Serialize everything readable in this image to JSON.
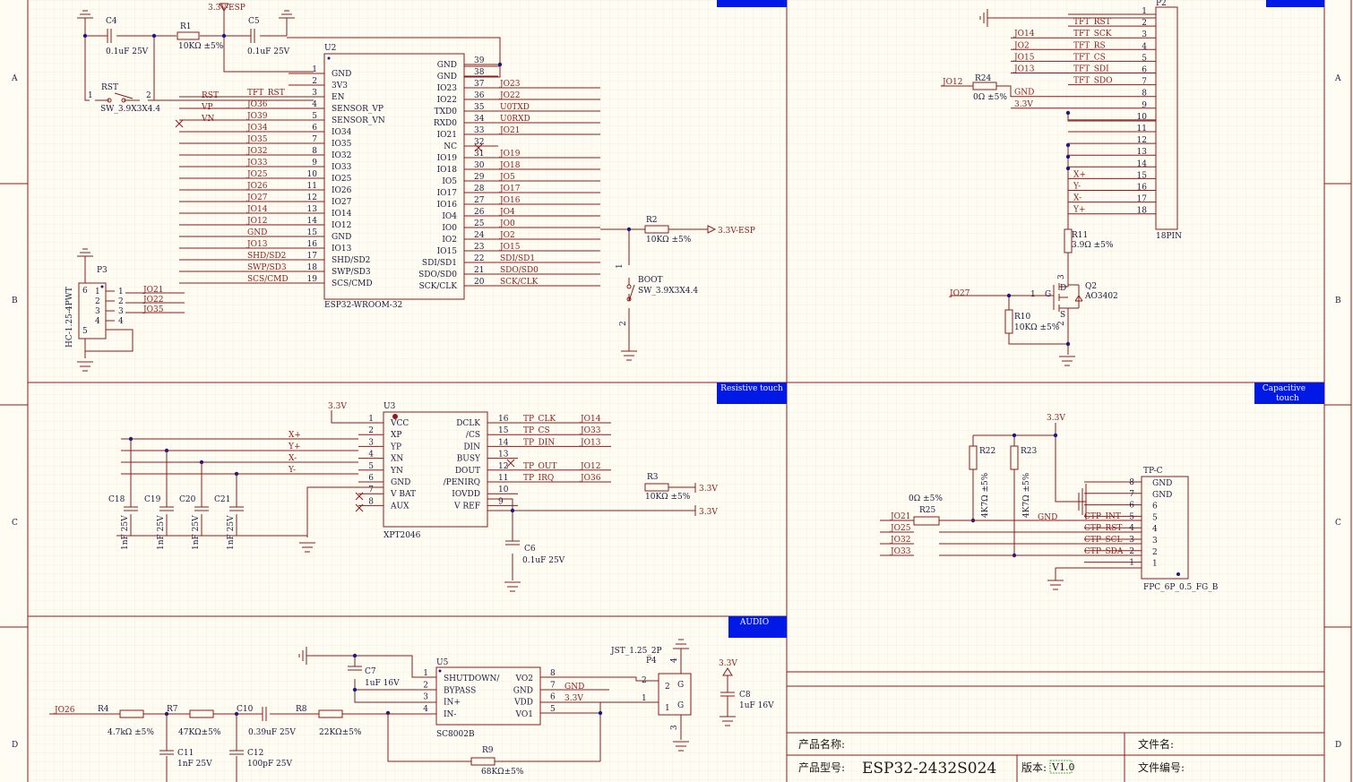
{
  "colors": {
    "wire": "#8b1a1a",
    "part_text": "#1a1a40",
    "banner": "#0019e6",
    "background": "#fffdf3",
    "grid": "#ece6d2"
  },
  "border": {
    "rows": [
      "A",
      "B",
      "C",
      "D"
    ]
  },
  "sections": {
    "resistive": "Resistive touch",
    "capacitive_line1": "Capacitive",
    "capacitive_line2": "touch",
    "audio": "AUDIO"
  },
  "nets": {
    "v33esp": "3.3V-ESP",
    "v33": "3.3V",
    "gnd": "GND",
    "rst": "RST",
    "vp": "VP",
    "vn": "VN",
    "tft_rst": "TFT_RST",
    "tft_sck": "TFT_SCK",
    "tft_rs": "TFT_RS",
    "tft_cs": "TFT_CS",
    "tft_sdi": "TFT_SDI",
    "tft_sdo": "TFT_SDO",
    "xp": "X+",
    "yp": "Y+",
    "xn": "X-",
    "yn": "Y-",
    "tp_clk": "TP_CLK",
    "tp_cs": "TP_CS",
    "tp_din": "TP_DIN",
    "tp_out": "TP_OUT",
    "tp_irq": "TP_IRQ",
    "ctp_int": "CTP_INT",
    "ctp_rst": "CTP_RST",
    "ctp_scl": "CTP_SCL",
    "ctp_sda": "CTP_SDA"
  },
  "components": {
    "c4": {
      "ref": "C4",
      "val": "0.1uF 25V"
    },
    "r1": {
      "ref": "R1",
      "val": "10KΩ ±5%"
    },
    "c5": {
      "ref": "C5",
      "val": "0.1uF 25V"
    },
    "rst_sw": {
      "ref": "RST",
      "val": "SW_3.9X3X4.4"
    },
    "boot_sw": {
      "ref": "BOOT",
      "val": "SW_3.9X3X4.4"
    },
    "r2": {
      "ref": "R2",
      "val": "10KΩ ±5%"
    },
    "p3": {
      "ref": "P3",
      "val": "HC-1.25-4PWT"
    },
    "u2": {
      "ref": "U2",
      "val": "ESP32-WROOM-32"
    },
    "p2": {
      "ref": "P2",
      "val": "18PIN"
    },
    "r24": {
      "ref": "R24",
      "val": "0Ω ±5%"
    },
    "r11": {
      "ref": "R11",
      "val": "3.9Ω ±5%"
    },
    "q2": {
      "ref": "Q2",
      "val": "AO3402"
    },
    "r10": {
      "ref": "R10",
      "val": "10KΩ ±5%"
    },
    "u3": {
      "ref": "U3",
      "val": "XPT2046"
    },
    "r3": {
      "ref": "R3",
      "val": "10KΩ ±5%"
    },
    "c6": {
      "ref": "C6",
      "val": "0.1uF 25V"
    },
    "c18": {
      "ref": "C18",
      "val": "1nF 25V"
    },
    "c19": {
      "ref": "C19",
      "val": "1nF 25V"
    },
    "c20": {
      "ref": "C20",
      "val": "1nF 25V"
    },
    "c21": {
      "ref": "C21",
      "val": "1nF 25V"
    },
    "r22": {
      "ref": "R22",
      "val": "4K7Ω ±5%"
    },
    "r23": {
      "ref": "R23",
      "val": "4K7Ω ±5%"
    },
    "r25": {
      "ref": "R25",
      "val": "0Ω ±5%"
    },
    "tpc": {
      "ref": "TP-C",
      "val": "FPC_6P_0.5_FG_B"
    },
    "u5": {
      "ref": "U5",
      "val": "SC8002B"
    },
    "c7": {
      "ref": "C7",
      "val": "1uF 16V"
    },
    "p4": {
      "ref": "P4",
      "val": "JST_1.25_2P"
    },
    "c8": {
      "ref": "C8",
      "val": "1uF 16V"
    },
    "r4": {
      "ref": "R4",
      "val": "4.7kΩ ±5%"
    },
    "r7": {
      "ref": "R7",
      "val": "47KΩ±5%"
    },
    "c10": {
      "ref": "C10",
      "val": "0.39uF 25V"
    },
    "r8": {
      "ref": "R8",
      "val": "22KΩ±5%"
    },
    "r9": {
      "ref": "R9",
      "val": "68KΩ±5%"
    },
    "c11": {
      "ref": "C11",
      "val": "1nF 25V"
    },
    "c12": {
      "ref": "C12",
      "val": "100pF 25V"
    }
  },
  "u2_left": [
    {
      "n": "1",
      "name": "GND",
      "sig": ""
    },
    {
      "n": "2",
      "name": "3V3",
      "sig": ""
    },
    {
      "n": "3",
      "name": "EN",
      "sig": "TFT_RST"
    },
    {
      "n": "4",
      "name": "SENSOR_VP",
      "sig": "JO36"
    },
    {
      "n": "5",
      "name": "SENSOR_VN",
      "sig": "JO39"
    },
    {
      "n": "6",
      "name": "IO34",
      "sig": "JO34"
    },
    {
      "n": "7",
      "name": "IO35",
      "sig": "JO35"
    },
    {
      "n": "8",
      "name": "IO32",
      "sig": "JO32"
    },
    {
      "n": "9",
      "name": "IO33",
      "sig": "JO33"
    },
    {
      "n": "10",
      "name": "IO25",
      "sig": "JO25"
    },
    {
      "n": "11",
      "name": "IO26",
      "sig": "JO26"
    },
    {
      "n": "12",
      "name": "IO27",
      "sig": "JO27"
    },
    {
      "n": "13",
      "name": "IO14",
      "sig": "JO14"
    },
    {
      "n": "14",
      "name": "IO12",
      "sig": "JO12"
    },
    {
      "n": "15",
      "name": "GND",
      "sig": "GND"
    },
    {
      "n": "16",
      "name": "IO13",
      "sig": "JO13"
    },
    {
      "n": "17",
      "name": "SHD/SD2",
      "sig": "SHD/SD2"
    },
    {
      "n": "18",
      "name": "SWP/SD3",
      "sig": "SWP/SD3"
    },
    {
      "n": "19",
      "name": "SCS/CMD",
      "sig": "SCS/CMD"
    }
  ],
  "u2_right": [
    {
      "n": "39",
      "name": "GND",
      "sig": ""
    },
    {
      "n": "38",
      "name": "GND",
      "sig": ""
    },
    {
      "n": "37",
      "name": "IO23",
      "sig": "JO23"
    },
    {
      "n": "36",
      "name": "IO22",
      "sig": "JO22"
    },
    {
      "n": "35",
      "name": "TXD0",
      "sig": "U0TXD"
    },
    {
      "n": "34",
      "name": "RXD0",
      "sig": "U0RXD"
    },
    {
      "n": "33",
      "name": "IO21",
      "sig": "JO21"
    },
    {
      "n": "32",
      "name": "NC",
      "sig": ""
    },
    {
      "n": "31",
      "name": "IO19",
      "sig": "JO19"
    },
    {
      "n": "30",
      "name": "IO18",
      "sig": "JO18"
    },
    {
      "n": "29",
      "name": "IO5",
      "sig": "JO5"
    },
    {
      "n": "28",
      "name": "IO17",
      "sig": "JO17"
    },
    {
      "n": "27",
      "name": "IO16",
      "sig": "JO16"
    },
    {
      "n": "26",
      "name": "IO4",
      "sig": "JO4"
    },
    {
      "n": "25",
      "name": "IO0",
      "sig": "JO0"
    },
    {
      "n": "24",
      "name": "IO2",
      "sig": "JO2"
    },
    {
      "n": "23",
      "name": "IO15",
      "sig": "JO15"
    },
    {
      "n": "22",
      "name": "SDI/SD1",
      "sig": "SDI/SD1"
    },
    {
      "n": "21",
      "name": "SDO/SD0",
      "sig": "SDO/SD0"
    },
    {
      "n": "20",
      "name": "SCK/CLK",
      "sig": "SCK/CLK"
    }
  ],
  "p3_pins": [
    {
      "n": "1",
      "sig": "JO21"
    },
    {
      "n": "2",
      "sig": "JO22"
    },
    {
      "n": "3",
      "sig": "JO35"
    },
    {
      "n": "4",
      "sig": ""
    },
    {
      "n": "6",
      "sig": ""
    },
    {
      "n": "5",
      "sig": ""
    }
  ],
  "p2_pins": [
    {
      "n": "1",
      "left": "",
      "right": ""
    },
    {
      "n": "2",
      "left": "",
      "right": "TFT_RST"
    },
    {
      "n": "3",
      "left": "JO14",
      "right": "TFT_SCK"
    },
    {
      "n": "4",
      "left": "JO2",
      "right": "TFT_RS"
    },
    {
      "n": "5",
      "left": "JO15",
      "right": "TFT_CS"
    },
    {
      "n": "6",
      "left": "JO13",
      "right": "TFT_SDI"
    },
    {
      "n": "7",
      "left": "",
      "right": "TFT_SDO"
    },
    {
      "n": "8",
      "left": "GND",
      "right": ""
    },
    {
      "n": "9",
      "left": "3.3V",
      "right": ""
    },
    {
      "n": "10",
      "left": "",
      "right": ""
    },
    {
      "n": "11",
      "left": "",
      "right": ""
    },
    {
      "n": "12",
      "left": "",
      "right": ""
    },
    {
      "n": "13",
      "left": "",
      "right": ""
    },
    {
      "n": "14",
      "left": "",
      "right": ""
    },
    {
      "n": "15",
      "left": "",
      "right": "X+"
    },
    {
      "n": "16",
      "left": "",
      "right": "Y-"
    },
    {
      "n": "17",
      "left": "",
      "right": "X-"
    },
    {
      "n": "18",
      "left": "",
      "right": "Y+"
    }
  ],
  "p2_extra": {
    "jo12": "JO12",
    "jo27": "JO27",
    "q_g": "G",
    "q_d": "D",
    "q_s": "S",
    "q_pin1": "1",
    "q_pin2": "2",
    "q_pin3": "3"
  },
  "u3_left": [
    {
      "n": "1",
      "name": "VCC"
    },
    {
      "n": "2",
      "name": "XP"
    },
    {
      "n": "3",
      "name": "YP"
    },
    {
      "n": "4",
      "name": "XN"
    },
    {
      "n": "5",
      "name": "YN"
    },
    {
      "n": "6",
      "name": "GND"
    },
    {
      "n": "7",
      "name": "V BAT"
    },
    {
      "n": "8",
      "name": "AUX"
    }
  ],
  "u3_right": [
    {
      "n": "16",
      "name": "DCLK",
      "net": "TP_CLK",
      "sig": "JO14"
    },
    {
      "n": "15",
      "name": "/CS",
      "net": "TP_CS",
      "sig": "JO33"
    },
    {
      "n": "14",
      "name": "DIN",
      "net": "TP_DIN",
      "sig": "JO13"
    },
    {
      "n": "13",
      "name": "BUSY",
      "net": "",
      "sig": ""
    },
    {
      "n": "12",
      "name": "DOUT",
      "net": "TP_OUT",
      "sig": "JO12"
    },
    {
      "n": "11",
      "name": "/PENIRQ",
      "net": "TP_IRQ",
      "sig": "JO36"
    },
    {
      "n": "10",
      "name": "IOVDD",
      "net": "",
      "sig": ""
    },
    {
      "n": "9",
      "name": "V REF",
      "net": "",
      "sig": ""
    }
  ],
  "tpc_pins": [
    {
      "n": "8",
      "name": "GND"
    },
    {
      "n": "7",
      "name": "GND"
    },
    {
      "n": "6",
      "name": "6"
    },
    {
      "n": "5",
      "name": "5"
    },
    {
      "n": "4",
      "name": "4"
    },
    {
      "n": "3",
      "name": "3"
    },
    {
      "n": "2",
      "name": "2"
    },
    {
      "n": "1",
      "name": "1"
    }
  ],
  "tpc_signals": [
    "JO21",
    "JO25",
    "JO32",
    "JO33"
  ],
  "u5_left": [
    {
      "n": "1",
      "name": "SHUTDOWN/"
    },
    {
      "n": "2",
      "name": "BYPASS"
    },
    {
      "n": "3",
      "name": "IN+"
    },
    {
      "n": "4",
      "name": "IN-"
    }
  ],
  "u5_right": [
    {
      "n": "8",
      "name": "VO2"
    },
    {
      "n": "7",
      "name": "GND"
    },
    {
      "n": "6",
      "name": "VDD"
    },
    {
      "n": "5",
      "name": "VO1"
    }
  ],
  "p4_pins": {
    "p1": "1",
    "p2": "2",
    "p3": "3",
    "p4": "4",
    "g": "G"
  },
  "audio_in": "JO26",
  "title_block": {
    "product_name_label": "产品名称:",
    "file_name_label": "文件名:",
    "product_model_label": "产品型号:",
    "model": "ESP32-2432S024",
    "version_label": "版本:",
    "version": "V1.0",
    "file_no_label": "文件编号:"
  }
}
